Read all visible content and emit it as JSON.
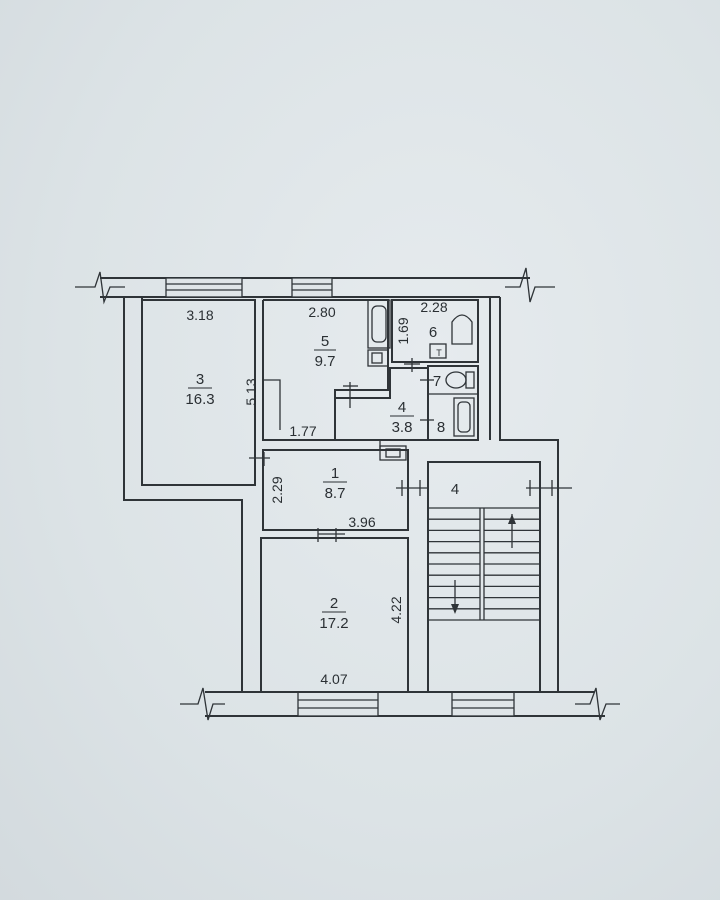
{
  "rooms": [
    {
      "id": "room-3",
      "number": "3",
      "area": "16.3"
    },
    {
      "id": "room-5",
      "number": "5",
      "area": "9.7"
    },
    {
      "id": "room-4",
      "number": "4",
      "area": "3.8"
    },
    {
      "id": "room-1",
      "number": "1",
      "area": "8.7"
    },
    {
      "id": "room-2",
      "number": "2",
      "area": "17.2"
    }
  ],
  "small_rooms": {
    "room6": "6",
    "room7": "7",
    "room8": "8",
    "stair": "4"
  },
  "dimensions": {
    "d318": "3.18",
    "d280": "2.80",
    "d228": "2.28",
    "d169": "1.69",
    "d513": "5.13",
    "d177": "1.77",
    "d229": "2.29",
    "d396": "3.96",
    "d422": "4.22",
    "d407": "4.07"
  },
  "fixtures": {
    "toilet_glyph": "T"
  }
}
